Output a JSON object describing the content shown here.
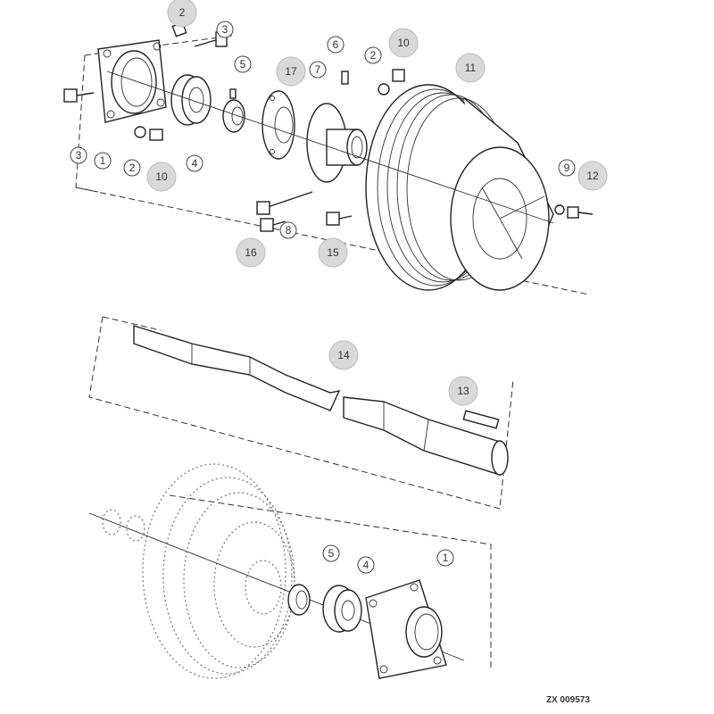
{
  "figure": {
    "code": "ZX 009573"
  },
  "callouts": [
    {
      "label": "2",
      "shaded": true
    },
    {
      "label": "3",
      "shaded": false
    },
    {
      "label": "5",
      "shaded": false
    },
    {
      "label": "17",
      "shaded": true
    },
    {
      "label": "7",
      "shaded": false
    },
    {
      "label": "6",
      "shaded": false
    },
    {
      "label": "2",
      "shaded": false
    },
    {
      "label": "10",
      "shaded": true
    },
    {
      "label": "11",
      "shaded": true
    },
    {
      "label": "3",
      "shaded": false
    },
    {
      "label": "1",
      "shaded": false
    },
    {
      "label": "2",
      "shaded": false
    },
    {
      "label": "10",
      "shaded": true
    },
    {
      "label": "4",
      "shaded": false
    },
    {
      "label": "9",
      "shaded": false
    },
    {
      "label": "12",
      "shaded": true
    },
    {
      "label": "8",
      "shaded": false
    },
    {
      "label": "16",
      "shaded": true
    },
    {
      "label": "15",
      "shaded": true
    },
    {
      "label": "14",
      "shaded": true
    },
    {
      "label": "13",
      "shaded": true
    },
    {
      "label": "5",
      "shaded": false
    },
    {
      "label": "4",
      "shaded": false
    },
    {
      "label": "1",
      "shaded": false
    }
  ],
  "colors": {
    "shade": "#d9d9d9",
    "line": "#222222"
  }
}
